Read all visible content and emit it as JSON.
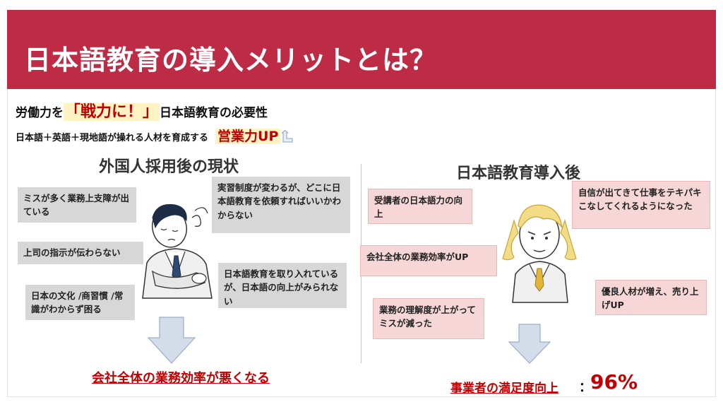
{
  "title": "日本語教育の導入メリットとは？",
  "intro": {
    "prefix": "労働力を",
    "highlight": "「戦力に！」",
    "suffix": "日本語教育の必要性",
    "line2": "日本語＋英語＋現地語が操れる人材を育成する",
    "sales_up": "営業力UP"
  },
  "left": {
    "heading": "外国人採用後の現状",
    "boxes": [
      "ミスが多く業務上支障が出ている",
      "上司の指示が伝わらない",
      "日本の文化 /商習慣 /常識がわからず困る",
      "実習制度が変わるが、どこに日本語教育を依頼すればいいかわからない",
      "日本語教育を取り入れているが、日本語の向上がみられない"
    ],
    "result": "会社全体の業務効率が悪くなる"
  },
  "right": {
    "heading": "日本語教育導入後",
    "boxes": [
      "受講者の日本語力の向上",
      "会社全体の業務効率がUP",
      "業務の理解度が上がってミスが減った",
      "自信が出てきて仕事をテキパキこなしてくれるようになった",
      "優良人材が増え、売り上げUP"
    ],
    "result": "事業者の満足度向上",
    "colon": "：",
    "percent": "96%"
  },
  "colors": {
    "banner": "#bd2b45",
    "accent_red": "#c00000",
    "gray_box": "#d7d7d7",
    "pink_box": "#f6d6d6",
    "arrow": "#d3dde9"
  },
  "icons": [
    "up-arrow-icon",
    "worried-man-illustration",
    "confident-woman-illustration",
    "down-arrow-icon"
  ]
}
